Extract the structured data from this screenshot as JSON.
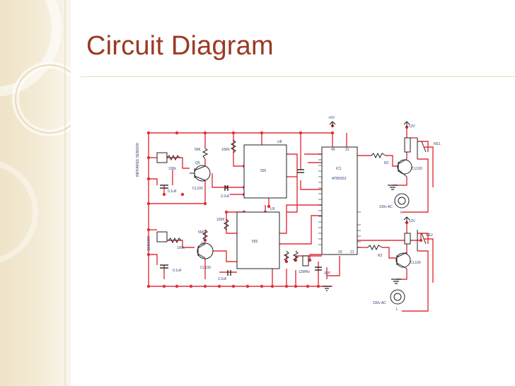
{
  "slide": {
    "title": "Circuit Diagram"
  },
  "colors": {
    "title": "#9a3a24",
    "wire": "#e0303a",
    "component": "#222222",
    "label": "#3a3a7a",
    "decor_band": "#efe3c8"
  },
  "diagram": {
    "labels": {
      "sensor1": "INFRARED SENSOR",
      "sensor2": "SENSOR",
      "ic1_label": "IC1",
      "ic1_part": "AT89S52",
      "timer1": "555",
      "timer2": "555",
      "vcc": "+5V",
      "v12_1": "12V",
      "v12_2": "12V",
      "re1": "RE1",
      "re2": "RE2",
      "ac1": "230v AC",
      "ac2": "230v AC",
      "crystal": "12MHz",
      "cap33": "33P",
      "cap_01a": "0.1uF",
      "cap_01b": "0.1uF",
      "cap_22a": "2.2uF",
      "cap_22b": "2.2uF",
      "r56k_a": "56K",
      "r56k_b": "56K",
      "r100k_a": "100K",
      "r100k_b": "100K",
      "r100k_c": "100k",
      "r100k_d": "100k",
      "bc100_a": "CL100",
      "bc100_b": "CL100",
      "bc100_c": "CL100",
      "bc100_d": "CL100",
      "q_a": "Q5",
      "q_b": "Q4",
      "r2_a": "R2",
      "r2_b": "R2",
      "u8": "U8",
      "u9": "U9",
      "lamp_a": "L",
      "lamp_b": "L",
      "pin40": "40",
      "pin31": "31",
      "pin20": "20",
      "pin21": "21"
    }
  }
}
